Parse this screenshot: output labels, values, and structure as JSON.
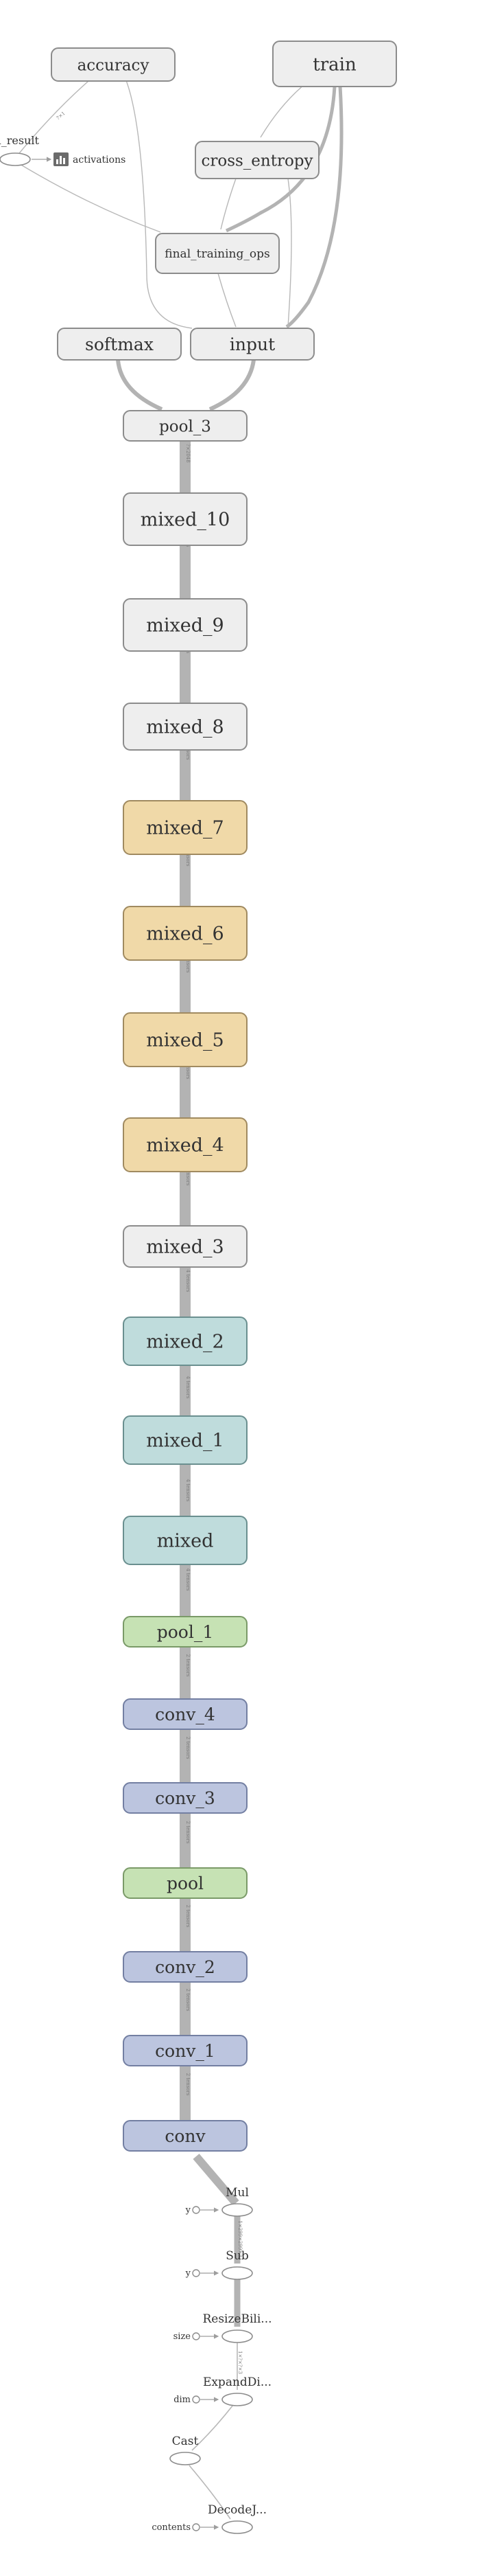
{
  "colors": {
    "default_fill": "#eeeeee",
    "default_stroke": "#8c8c8c",
    "orange_fill": "#f0d9a8",
    "orange_stroke": "#a08a60",
    "teal_fill": "#bfdcdc",
    "teal_stroke": "#6a8f8f",
    "green_fill": "#c6e2b4",
    "green_stroke": "#7a9a68",
    "blue_fill": "#bcc5df",
    "blue_stroke": "#737fa2",
    "edge": "#b3b3b3",
    "edge_dark": "#9e9e9e",
    "text": "#333333"
  },
  "nodes": [
    {
      "id": "accuracy",
      "label": "accuracy",
      "style": "default"
    },
    {
      "id": "train",
      "label": "train",
      "style": "default"
    },
    {
      "id": "cross_entropy",
      "label": "cross_entropy",
      "style": "default"
    },
    {
      "id": "final_training_ops",
      "label": "final_training_ops",
      "style": "default"
    },
    {
      "id": "softmax",
      "label": "softmax",
      "style": "default"
    },
    {
      "id": "input",
      "label": "input",
      "style": "default"
    },
    {
      "id": "pool_3",
      "label": "pool_3",
      "style": "default"
    },
    {
      "id": "mixed_10",
      "label": "mixed_10",
      "style": "default"
    },
    {
      "id": "mixed_9",
      "label": "mixed_9",
      "style": "default"
    },
    {
      "id": "mixed_8",
      "label": "mixed_8",
      "style": "default"
    },
    {
      "id": "mixed_7",
      "label": "mixed_7",
      "style": "orange"
    },
    {
      "id": "mixed_6",
      "label": "mixed_6",
      "style": "orange"
    },
    {
      "id": "mixed_5",
      "label": "mixed_5",
      "style": "orange"
    },
    {
      "id": "mixed_4",
      "label": "mixed_4",
      "style": "orange"
    },
    {
      "id": "mixed_3",
      "label": "mixed_3",
      "style": "default"
    },
    {
      "id": "mixed_2",
      "label": "mixed_2",
      "style": "teal"
    },
    {
      "id": "mixed_1",
      "label": "mixed_1",
      "style": "teal"
    },
    {
      "id": "mixed",
      "label": "mixed",
      "style": "teal"
    },
    {
      "id": "pool_1",
      "label": "pool_1",
      "style": "green"
    },
    {
      "id": "conv_4",
      "label": "conv_4",
      "style": "blue"
    },
    {
      "id": "conv_3",
      "label": "conv_3",
      "style": "blue"
    },
    {
      "id": "pool",
      "label": "pool",
      "style": "green"
    },
    {
      "id": "conv_2",
      "label": "conv_2",
      "style": "blue"
    },
    {
      "id": "conv_1",
      "label": "conv_1",
      "style": "blue"
    },
    {
      "id": "conv",
      "label": "conv",
      "style": "blue"
    }
  ],
  "ops": [
    {
      "id": "final_result",
      "label": "al_result"
    },
    {
      "id": "Mul",
      "label": "Mul"
    },
    {
      "id": "Sub",
      "label": "Sub"
    },
    {
      "id": "ResizeBilinear",
      "label": "ResizeBili..."
    },
    {
      "id": "ExpandDims",
      "label": "ExpandDi..."
    },
    {
      "id": "Cast",
      "label": "Cast"
    },
    {
      "id": "DecodeJpeg",
      "label": "DecodeJ..."
    }
  ],
  "consts": [
    {
      "id": "mul_y",
      "label": "y"
    },
    {
      "id": "sub_y",
      "label": "y"
    },
    {
      "id": "resize_size",
      "label": "size"
    },
    {
      "id": "expand_dim",
      "label": "dim"
    },
    {
      "id": "decode_contents",
      "label": "contents"
    }
  ],
  "summary": {
    "label": "activations"
  },
  "edge_labels": {
    "tensors": "4 tensors",
    "tensors2": "2 tensors",
    "shape_a": "?×2048",
    "shape_b": "?×1",
    "shape_c": "1×?×?×3",
    "shape_d": "1×299×299×3"
  }
}
